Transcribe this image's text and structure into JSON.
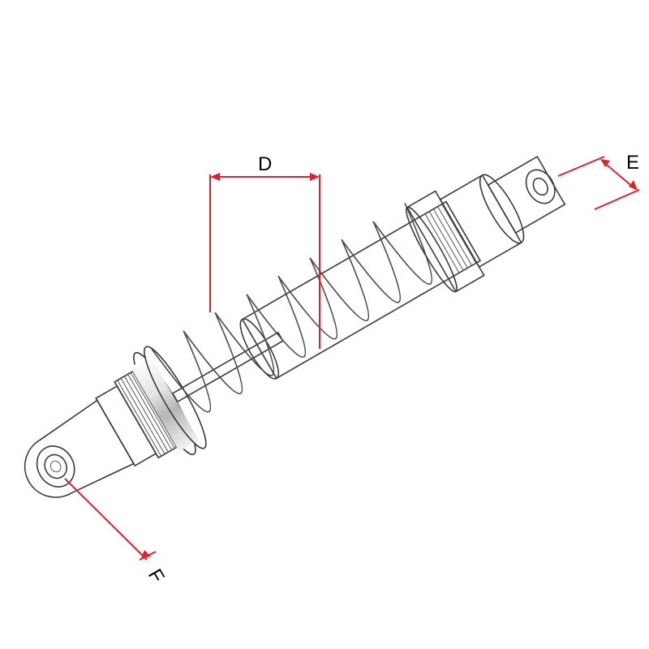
{
  "diagram": {
    "subject": "shock-absorber",
    "dimension_labels": {
      "d": "D",
      "e": "E",
      "f": "F"
    },
    "colors": {
      "dimension_line": "#e0202a",
      "outline": "#3a3a3a",
      "chrome_light": "#f4f4f4",
      "chrome_mid": "#c9c9c9",
      "chrome_dark": "#8a8a8a"
    }
  }
}
